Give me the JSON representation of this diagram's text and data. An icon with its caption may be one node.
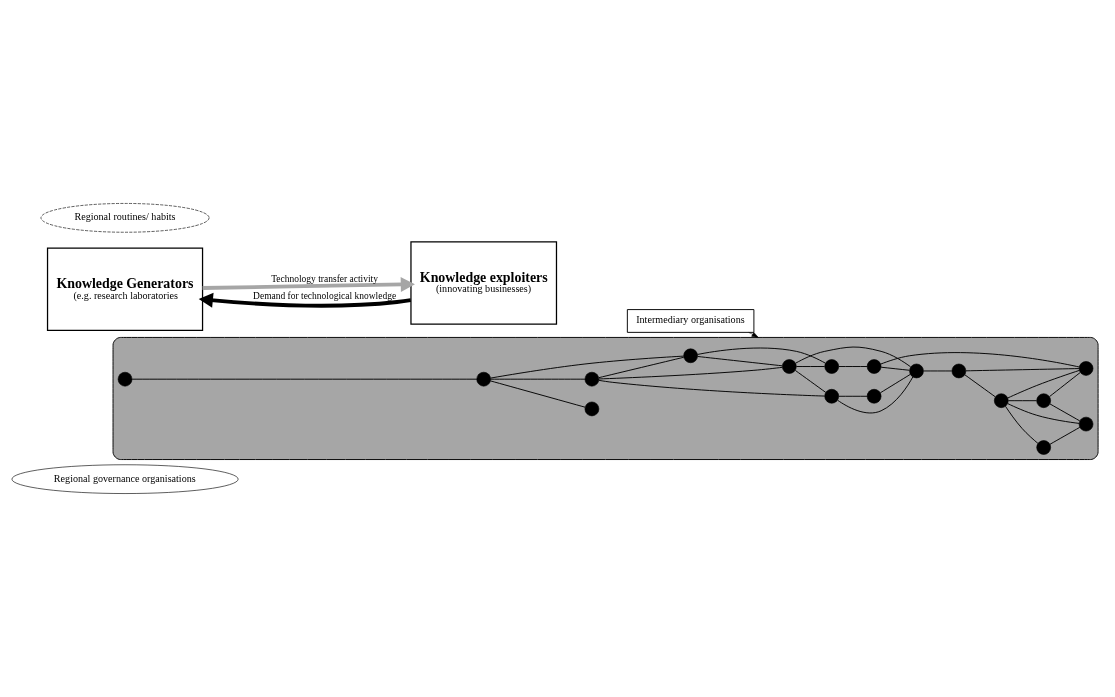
{
  "diagram": {
    "nodes": [
      {
        "text": [
          "Regional governance organisations"
        ]
      },
      {
        "text": [
          "Intermediary organisations"
        ]
      },
      {
        "text": [
          "Knowledge Generators",
          "(e.g. research laboratories"
        ]
      },
      {
        "text": [],
        "shape": "ellipse"
      },
      {
        "text": [],
        "shape": "circle",
        "in": 3
      },
      {
        "text": [],
        "shape": "circle",
        "in": 3
      },
      {
        "text": [],
        "shape": "circle",
        "in": 3
      },
      {
        "text": [],
        "shape": "circle",
        "in": 3
      },
      {
        "text": [],
        "shape": "circle",
        "in": 3
      },
      {
        "text": [],
        "shape": "circle",
        "in": 3
      },
      {
        "text": [],
        "shape": "circle",
        "in": 3
      },
      {
        "text": [],
        "shape": "circle",
        "in": 3
      },
      {
        "text": [],
        "shape": "circle",
        "in": 3
      },
      {
        "text": [],
        "shape": "circle",
        "in": 3
      },
      {
        "text": [],
        "shape": "circle",
        "in": 3
      },
      {
        "text": [],
        "shape": "circle",
        "in": 3
      },
      {
        "text": [],
        "shape": "circle",
        "in": 3
      },
      {
        "text": [],
        "shape": "circle",
        "in": 3
      },
      {
        "text": [],
        "shape": "circle",
        "in": 3
      },
      {
        "text": [],
        "shape": "circle",
        "in": 3
      },
      {
        "text": [],
        "shape": "circle",
        "in": 3
      },
      {
        "text": [
          "Knowledge exploiters",
          "(innovating businesses)"
        ]
      },
      {
        "text": [
          "Regional routines/ habits"
        ]
      }
    ],
    "edges": [
      {
        "from": 2,
        "to": 21,
        "arrow": "to",
        "label": "Technology transfer activity",
        "style": "thick",
        "color": "#a6a6a6"
      },
      {
        "from": 21,
        "to": 2,
        "arrow": "to",
        "label": "Demand for technological knowledge",
        "style": "thick"
      },
      {
        "from": 1,
        "to": 3,
        "arrow": "to"
      },
      {
        "from": 4,
        "to": 5,
        "arrow": "none"
      },
      {
        "from": 5,
        "to": 6,
        "arrow": "none"
      },
      {
        "from": 5,
        "to": 7,
        "arrow": "none"
      },
      {
        "from": 5,
        "to": 8,
        "arrow": "none"
      },
      {
        "from": 7,
        "to": 8,
        "arrow": "none"
      },
      {
        "from": 7,
        "to": 12,
        "arrow": "none"
      },
      {
        "from": 7,
        "to": 9,
        "arrow": "none"
      },
      {
        "from": 8,
        "to": 12,
        "arrow": "none"
      },
      {
        "from": 8,
        "to": 18,
        "arrow": "none"
      },
      {
        "from": 12,
        "to": 9,
        "arrow": "none"
      },
      {
        "from": 12,
        "to": 18,
        "arrow": "none"
      },
      {
        "from": 12,
        "to": 13,
        "arrow": "none"
      },
      {
        "from": 18,
        "to": 19,
        "arrow": "none"
      },
      {
        "from": 9,
        "to": 10,
        "arrow": "none"
      },
      {
        "from": 9,
        "to": 13,
        "arrow": "none"
      },
      {
        "from": 10,
        "to": 13,
        "arrow": "none"
      },
      {
        "from": 13,
        "to": 11,
        "arrow": "none"
      },
      {
        "from": 19,
        "to": 13,
        "arrow": "none"
      },
      {
        "from": 19,
        "to": 17,
        "arrow": "none"
      },
      {
        "from": 11,
        "to": 14,
        "arrow": "none"
      },
      {
        "from": 11,
        "to": 17,
        "arrow": "none"
      },
      {
        "from": 14,
        "to": 17,
        "arrow": "none"
      },
      {
        "from": 14,
        "to": 16,
        "arrow": "none"
      },
      {
        "from": 14,
        "to": 15,
        "arrow": "none"
      },
      {
        "from": 14,
        "to": 20,
        "arrow": "none"
      },
      {
        "from": 15,
        "to": 20,
        "arrow": "none"
      },
      {
        "from": 16,
        "to": 20,
        "arrow": "none"
      },
      {
        "from": 16,
        "to": 17,
        "arrow": "none"
      }
    ]
  }
}
